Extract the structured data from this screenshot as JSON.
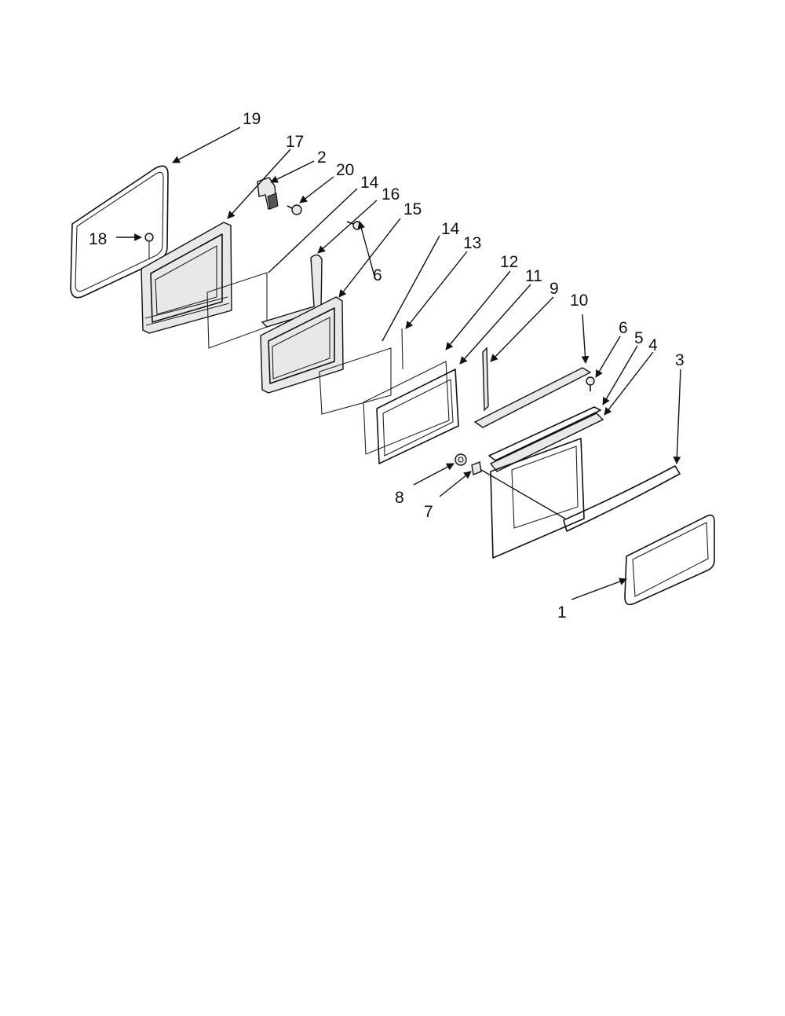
{
  "diagram": {
    "callouts": [
      {
        "id": "c19",
        "text": "19"
      },
      {
        "id": "c17",
        "text": "17"
      },
      {
        "id": "c2",
        "text": "2"
      },
      {
        "id": "c20",
        "text": "20"
      },
      {
        "id": "c14a",
        "text": "14"
      },
      {
        "id": "c16",
        "text": "16"
      },
      {
        "id": "c15",
        "text": "15"
      },
      {
        "id": "c18",
        "text": "18"
      },
      {
        "id": "c6a",
        "text": "6"
      },
      {
        "id": "c14b",
        "text": "14"
      },
      {
        "id": "c13",
        "text": "13"
      },
      {
        "id": "c12",
        "text": "12"
      },
      {
        "id": "c11",
        "text": "11"
      },
      {
        "id": "c9",
        "text": "9"
      },
      {
        "id": "c10",
        "text": "10"
      },
      {
        "id": "c6b",
        "text": "6"
      },
      {
        "id": "c5",
        "text": "5"
      },
      {
        "id": "c4",
        "text": "4"
      },
      {
        "id": "c3",
        "text": "3"
      },
      {
        "id": "c8",
        "text": "8"
      },
      {
        "id": "c7",
        "text": "7"
      },
      {
        "id": "c1",
        "text": "1"
      }
    ]
  }
}
